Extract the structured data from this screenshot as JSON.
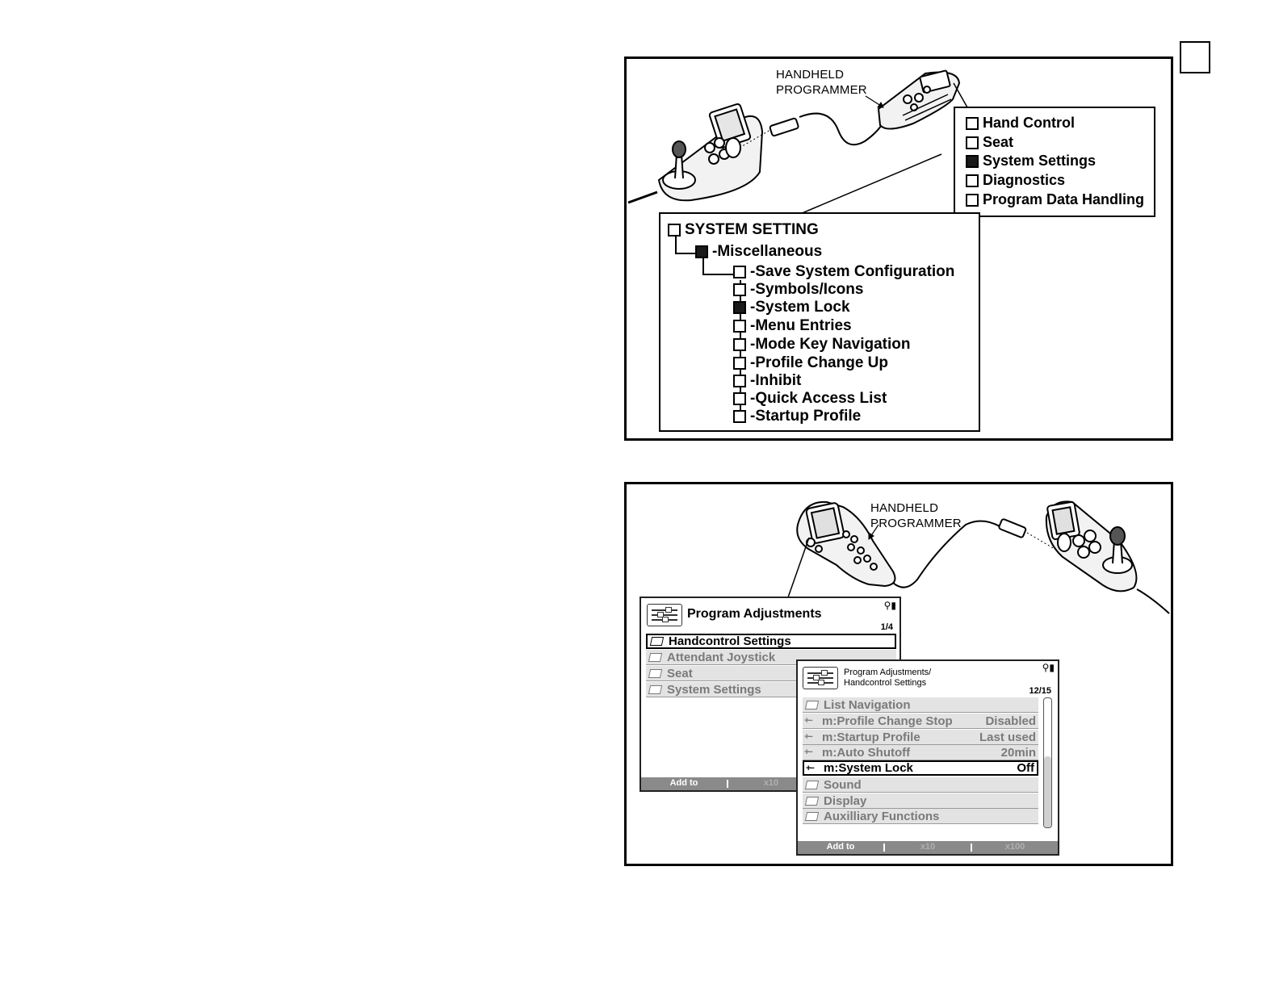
{
  "figure1": {
    "programmer_label_line1": "HANDHELD",
    "programmer_label_line2": "PROGRAMMER",
    "main_menu": [
      {
        "label": "Hand Control",
        "selected": false
      },
      {
        "label": "Seat",
        "selected": false
      },
      {
        "label": "System Settings",
        "selected": true
      },
      {
        "label": "Diagnostics",
        "selected": false
      },
      {
        "label": "Program Data Handling",
        "selected": false
      }
    ],
    "tree": {
      "root": "SYSTEM SETTING",
      "level1": "-Miscellaneous",
      "items": [
        {
          "label": "-Save System Configuration",
          "selected": false
        },
        {
          "label": "-Symbols/Icons",
          "selected": false
        },
        {
          "label": "-System Lock",
          "selected": true
        },
        {
          "label": "-Menu Entries",
          "selected": false
        },
        {
          "label": "-Mode Key Navigation",
          "selected": false
        },
        {
          "label": "-Profile Change Up",
          "selected": false
        },
        {
          "label": "-Inhibit",
          "selected": false
        },
        {
          "label": "-Quick Access List",
          "selected": false
        },
        {
          "label": "-Startup Profile",
          "selected": false
        }
      ]
    }
  },
  "figure2": {
    "programmer_label_line1": "HANDHELD",
    "programmer_label_line2": "PROGRAMMER",
    "screen1": {
      "title": "Program Adjustments",
      "page": "1/4",
      "rows": [
        {
          "label": "Handcontrol Settings",
          "selected": true
        },
        {
          "label": "Attendant Joystick",
          "selected": false
        },
        {
          "label": "Seat",
          "selected": false
        },
        {
          "label": "System Settings",
          "selected": false
        }
      ],
      "softkeys": [
        "Add to",
        "x10"
      ]
    },
    "screen2": {
      "title_line1": "Program Adjustments/",
      "title_line2": "Handcontrol Settings",
      "page": "12/15",
      "rows": [
        {
          "label": "List Navigation",
          "value": "",
          "type": "folder",
          "selected": false
        },
        {
          "label": "m:Profile Change Stop",
          "value": "Disabled",
          "type": "param",
          "selected": false
        },
        {
          "label": "m:Startup Profile",
          "value": "Last used",
          "type": "param",
          "selected": false
        },
        {
          "label": "m:Auto Shutoff",
          "value": "20min",
          "type": "param",
          "selected": false
        },
        {
          "label": "m:System Lock",
          "value": "Off",
          "type": "param",
          "selected": true
        },
        {
          "label": "Sound",
          "value": "",
          "type": "folder",
          "selected": false
        },
        {
          "label": "Display",
          "value": "",
          "type": "folder",
          "selected": false
        },
        {
          "label": "Auxilliary Functions",
          "value": "",
          "type": "folder",
          "selected": false
        }
      ],
      "softkeys": [
        "Add to",
        "x10",
        "x100"
      ]
    }
  }
}
